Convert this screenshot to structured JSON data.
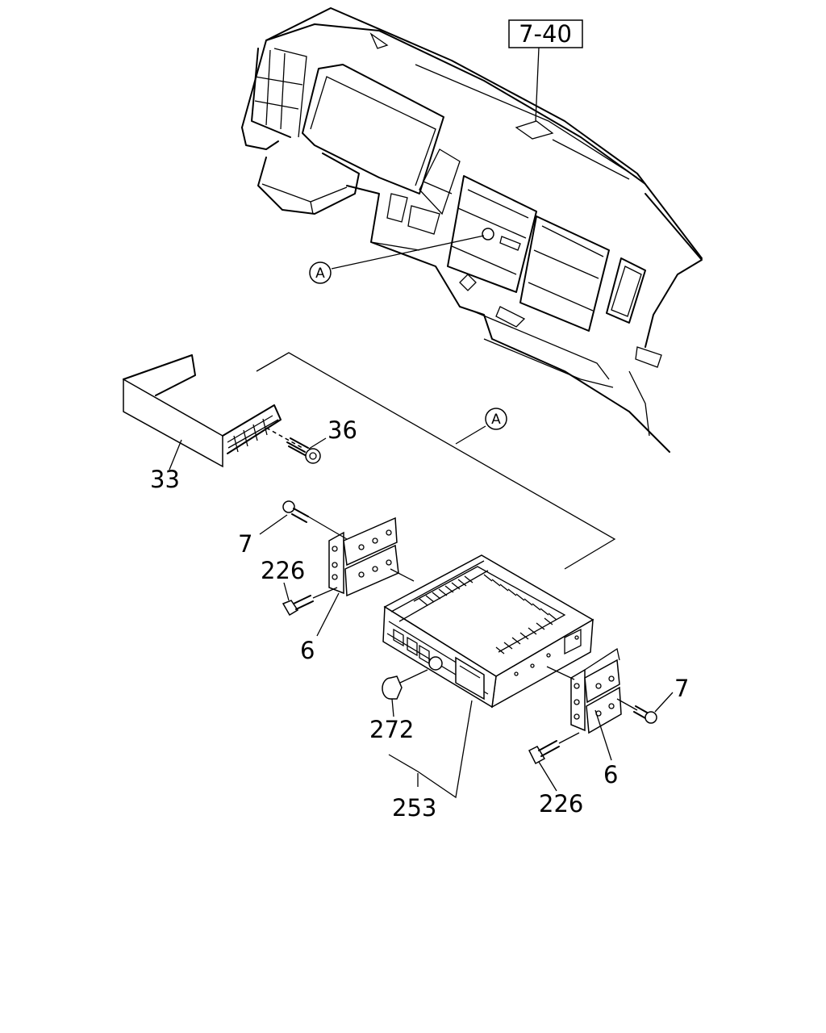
{
  "reference": "7-40",
  "callout_a": "A",
  "parts": {
    "p33": "33",
    "p36": "36",
    "p7_left": "7",
    "p226_left": "226",
    "p6_left": "6",
    "p272": "272",
    "p253": "253",
    "p7_right": "7",
    "p6_right": "6",
    "p226_right": "226"
  }
}
